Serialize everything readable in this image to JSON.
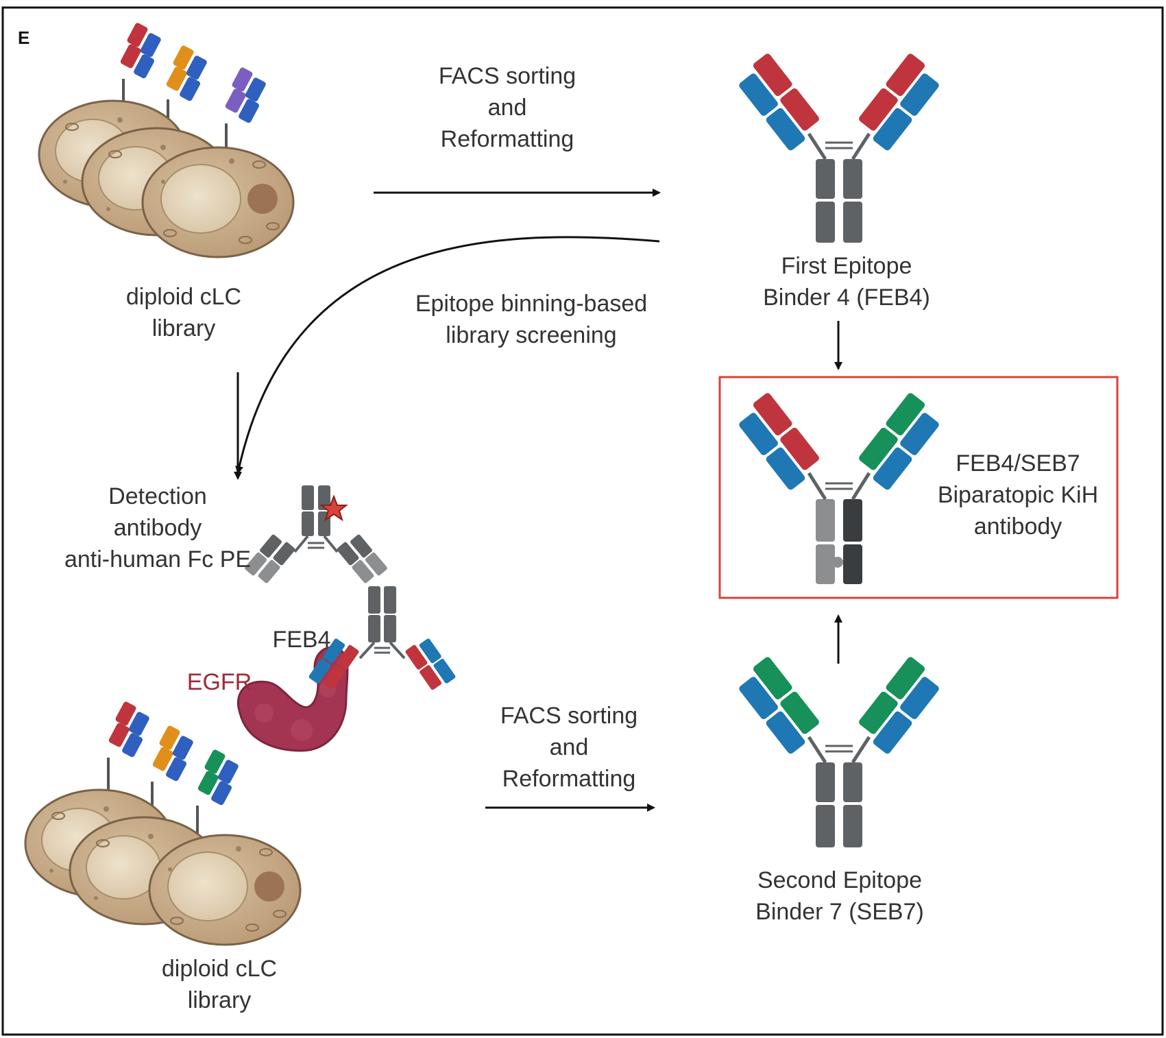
{
  "panel_label": "E",
  "labels": {
    "top_library": "diploid cLC\nlibrary",
    "bottom_library": "diploid cLC\nlibrary",
    "facs_top": "FACS sorting\nand\nReformatting",
    "facs_bottom": "FACS sorting\nand\nReformatting",
    "epitope_binning": "Epitope binning-based\nlibrary screening",
    "first_binder": "First Epitope\nBinder 4 (FEB4)",
    "second_binder": "Second Epitope\nBinder 7 (SEB7)",
    "biparatopic": "FEB4/SEB7\nBiparatopic KiH\nantibody",
    "detection": "Detection\nantibody\nanti-human Fc PE",
    "feb4": "FEB4",
    "egfr": "EGFR"
  },
  "colors": {
    "border": "#111111",
    "arrow": "#111111",
    "highlight_box": "#d9423a",
    "egfr_text": "#9e2a3a",
    "fc_gray": "#5f6264",
    "light_blue": "#1f78b4",
    "red_variable": "#c0353d",
    "green_variable": "#17905a",
    "orange_variable": "#e08f1b",
    "purple_variable": "#7b5fc0",
    "cell_body": "#c8ad8b",
    "egfr_blob": "#a33552"
  }
}
